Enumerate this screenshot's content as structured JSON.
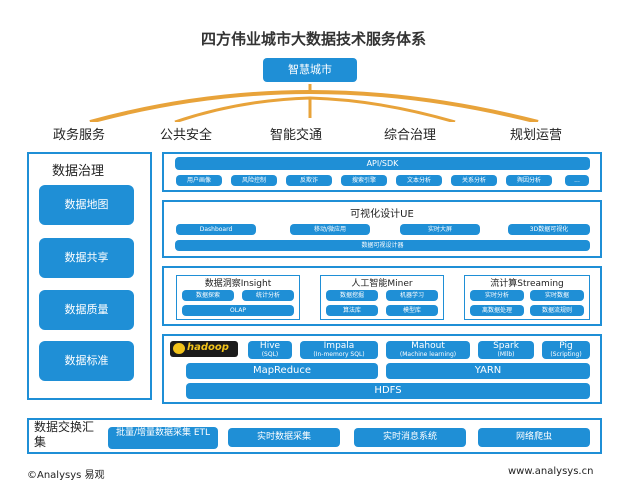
{
  "title": "四方伟业城市大数据技术服务体系",
  "top": {
    "smart_city": "智慧城市"
  },
  "categories": [
    "政务服务",
    "公共安全",
    "智能交通",
    "综合治理",
    "规划运营"
  ],
  "governance": {
    "title": "数据治理",
    "items": [
      "数据地图",
      "数据共享",
      "数据质量",
      "数据标准"
    ]
  },
  "api": {
    "title": "API/SDK",
    "items": [
      "用户画像",
      "风险控制",
      "反欺诈",
      "搜索引擎",
      "文本分析",
      "关系分析",
      "舆因分析",
      "..."
    ]
  },
  "viz": {
    "title": "可视化设计UE",
    "items": [
      "Dashboard",
      "移动/微应用",
      "实时大屏",
      "3D数据可视化"
    ],
    "designer": "数据可视设计器"
  },
  "insight": {
    "title": "数据洞察Insight",
    "items": [
      "数据探索",
      "统计分析",
      "OLAP"
    ]
  },
  "miner": {
    "title": "人工智能Miner",
    "items": [
      "数据挖掘",
      "机器学习",
      "算法库",
      "模型库"
    ]
  },
  "streaming": {
    "title": "流计算Streaming",
    "items": [
      "实时分析",
      "实时数据",
      "离数据处理",
      "数据流规则"
    ]
  },
  "hadoop": {
    "logo": "hadoop",
    "tools": [
      {
        "name": "Hive",
        "sub": "(SQL)"
      },
      {
        "name": "Impala",
        "sub": "(In-memory SQL)"
      },
      {
        "name": "Mahout",
        "sub": "(Machine learning)"
      },
      {
        "name": "Spark",
        "sub": "(Mllb)"
      },
      {
        "name": "Pig",
        "sub": "(Scripting)"
      }
    ],
    "mapreduce": "MapReduce",
    "yarn": "YARN",
    "hdfs": "HDFS"
  },
  "exchange": {
    "title": "数据交换汇集",
    "items": [
      "批量/增量数据采集 ETL",
      "实时数据采集",
      "实时消息系统",
      "网络爬虫"
    ]
  },
  "footer": {
    "left": "©Analysys 易观",
    "right": "www.analysys.cn"
  },
  "colors": {
    "accent": "#1f8fd6",
    "border": "#1f8fd6",
    "text": "#222222"
  }
}
